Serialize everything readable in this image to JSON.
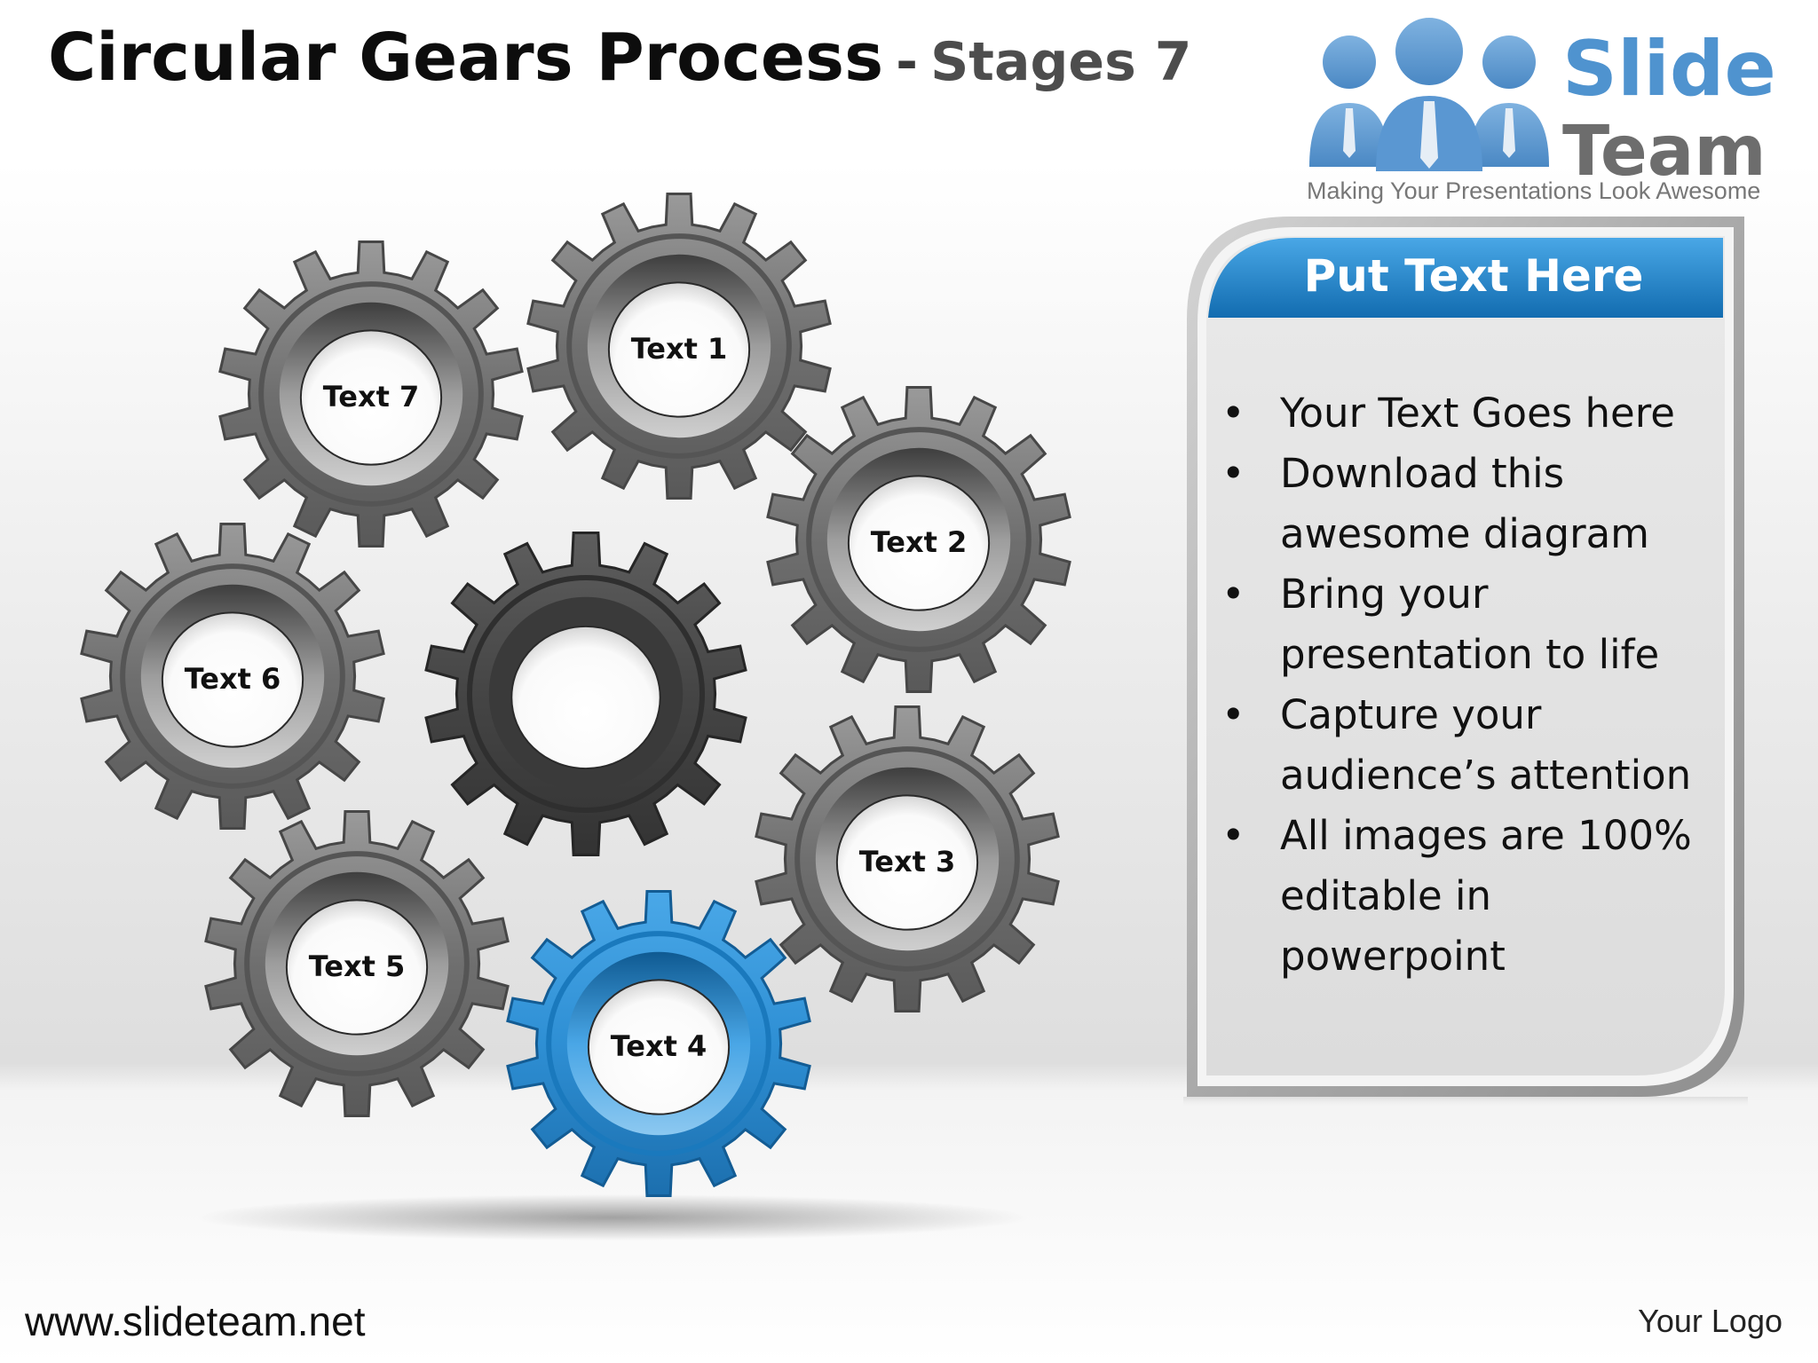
{
  "title": {
    "main": "Circular Gears Process",
    "separator": "-",
    "sub": "Stages 7"
  },
  "logo": {
    "line1": "Slide",
    "line2": "Team",
    "tagline": "Making Your Presentations Look Awesome"
  },
  "diagram": {
    "nodes": [
      {
        "id": "gear-1",
        "label": "Text 1",
        "highlight": false
      },
      {
        "id": "gear-2",
        "label": "Text 2",
        "highlight": false
      },
      {
        "id": "gear-3",
        "label": "Text 3",
        "highlight": false
      },
      {
        "id": "gear-4",
        "label": "Text 4",
        "highlight": true
      },
      {
        "id": "gear-5",
        "label": "Text 5",
        "highlight": false
      },
      {
        "id": "gear-6",
        "label": "Text 6",
        "highlight": false
      },
      {
        "id": "gear-7",
        "label": "Text 7",
        "highlight": false
      },
      {
        "id": "gear-center",
        "label": "",
        "highlight": false
      }
    ]
  },
  "panel": {
    "title": "Put Text Here",
    "bullets": [
      "Your Text Goes here",
      "Download this awesome diagram",
      "Bring your presentation to life",
      "Capture your audience’s attention",
      "All images are 100% editable in powerpoint"
    ]
  },
  "footer": {
    "url": "www.slideteam.net",
    "logo": "Your Logo"
  },
  "colors": {
    "gear_gray": "#737373",
    "gear_dark": "#4a4a4a",
    "gear_blue": "#2e8fd4",
    "header_blue": "#1c7fc4",
    "logo_blue": "#4f93cf"
  }
}
